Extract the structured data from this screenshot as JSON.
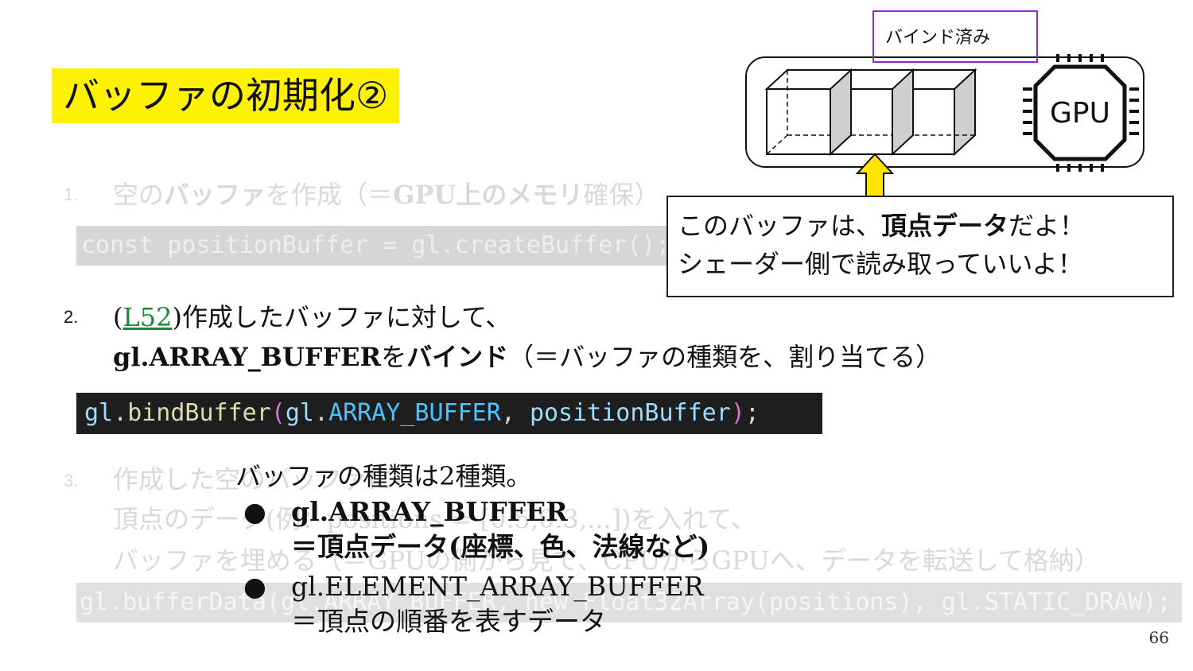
{
  "title": "バッファの初期化②",
  "label_box": "バインド済み",
  "gpu_label": "GPU",
  "step1": {
    "num": "1.",
    "p1": "空の",
    "p2": "バッファ",
    "p3": "を作成（＝",
    "p4": "GPU上のメモリ",
    "p5": "確保）"
  },
  "code1": "const positionBuffer = gl.createBuffer();",
  "step2": {
    "num": "2.",
    "paren_open": "(",
    "link": "L52",
    "line1_rest": ")作成したバッファに対して、",
    "line2_b1": "gl.ARRAY_BUFFER",
    "line2_mid": "を",
    "line2_b2": "バインド",
    "line2_rest": "（＝バッファの種類を、割り当てる）"
  },
  "code2": {
    "t1": "gl",
    "t2": ".",
    "t3": "bindBuffer",
    "t4": "(",
    "t5": "gl",
    "t6": ".",
    "t7": "ARRAY_BUFFER",
    "t8": ", ",
    "t9": "positionBuffer",
    "t10": ")",
    "t11": ";"
  },
  "step3": {
    "num": "3.",
    "line1": "作成した空のバッファに",
    "line2": "頂点のデータ(例：positions = [0.5,0.3,...])を入れて、",
    "line3": "バッファを埋める（＝GPUの側から見て、CPUからGPUへ、データを転送して格納）"
  },
  "code3": "gl.bufferData(gl.ARRAY_BUFFER, new Float32Array(positions), gl.STATIC_DRAW);",
  "callout": {
    "l1a": "このバッファは、",
    "l1b": "頂点データ",
    "l1c": "だよ！",
    "l2": "シェーダー側で読み取っていいよ！"
  },
  "overlay": {
    "heading": "バッファの種類は2種類。",
    "bullet_char": "●",
    "items": [
      {
        "name": "gl.ARRAY_BUFFER",
        "desc": "＝頂点データ(座標、色、法線など)"
      },
      {
        "name": "gl.ELEMENT_ARRAY_BUFFER",
        "desc": "＝頂点の順番を表すデータ"
      }
    ]
  },
  "page_number": "66"
}
